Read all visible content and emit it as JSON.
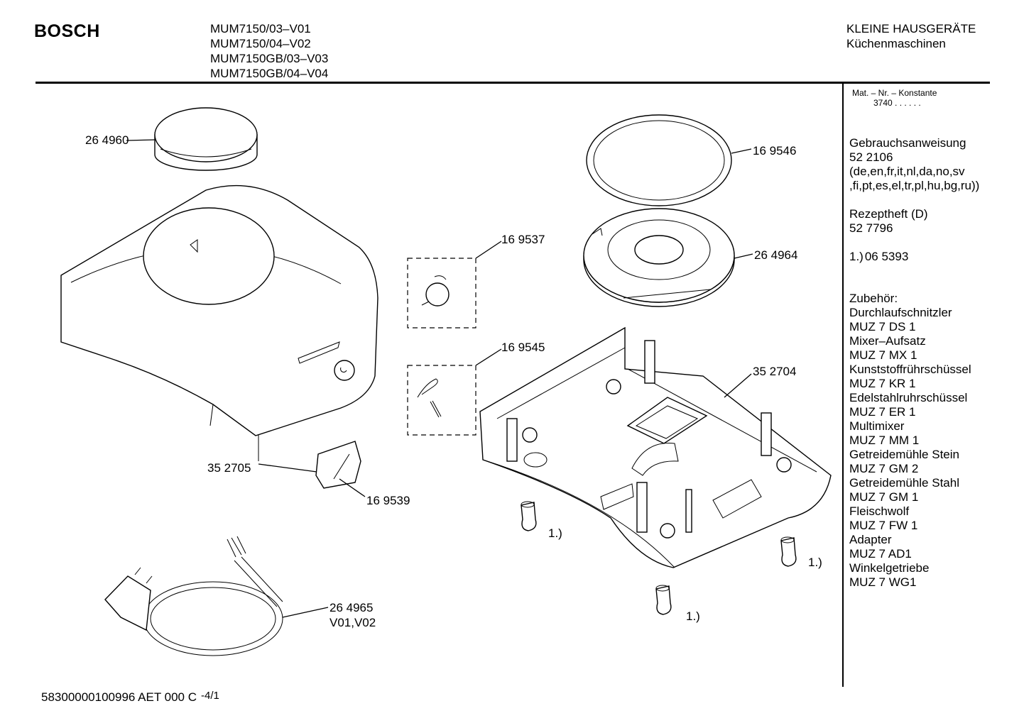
{
  "header": {
    "brand": "BOSCH",
    "models": [
      "MUM7150/03–V01",
      "MUM7150/04–V02",
      "MUM7150GB/03–V03",
      "MUM7150GB/04–V04"
    ],
    "category": "KLEINE HAUSGERÄTE",
    "subcategory": "Küchenmaschinen"
  },
  "sidebar": {
    "mat_title": "Mat. – Nr. – Konstante",
    "mat_value": "3740  .  .  .  .  .  .",
    "manual_title": "Gebrauchsanweisung",
    "manual_number": "52 2106",
    "manual_langs_1": "(de,en,fr,it,nl,da,no,sv",
    "manual_langs_2": ",fi,pt,es,el,tr,pl,hu,bg,ru))",
    "recipe_title": "Rezeptheft (D)",
    "recipe_number": "52 7796",
    "note_ref": "1.)",
    "note_number": "06 5393",
    "accessories_title": "Zubehör:",
    "accessories": [
      "Durchlaufschnitzler",
      "MUZ 7 DS 1",
      "Mixer–Aufsatz",
      "MUZ 7 MX 1",
      "Kunststoffrührschüssel",
      "MUZ 7 KR 1",
      "Edelstahlruhrschüssel",
      "MUZ 7 ER 1",
      "Multimixer",
      "MUZ 7 MM 1",
      "Getreidemühle Stein",
      "MUZ 7 GM 2",
      "Getreidemühle Stahl",
      "MUZ 7 GM 1",
      "Fleischwolf",
      "MUZ 7 FW 1",
      "Adapter",
      "MUZ 7 AD1",
      "Winkelgetriebe",
      "MUZ 7 WG1"
    ]
  },
  "parts": {
    "p264960": "26 4960",
    "p169546": "16 9546",
    "p169537": "16 9537",
    "p264964": "26 4964",
    "p169545": "16 9545",
    "p352704": "35 2704",
    "p352705": "35 2705",
    "p169539": "16 9539",
    "p264965": "26 4965",
    "p264965_variants": "V01,V02",
    "foot_ref": "1.)"
  },
  "footer": {
    "code": "58300000100996 AET 000 C",
    "page": "-4/1"
  }
}
